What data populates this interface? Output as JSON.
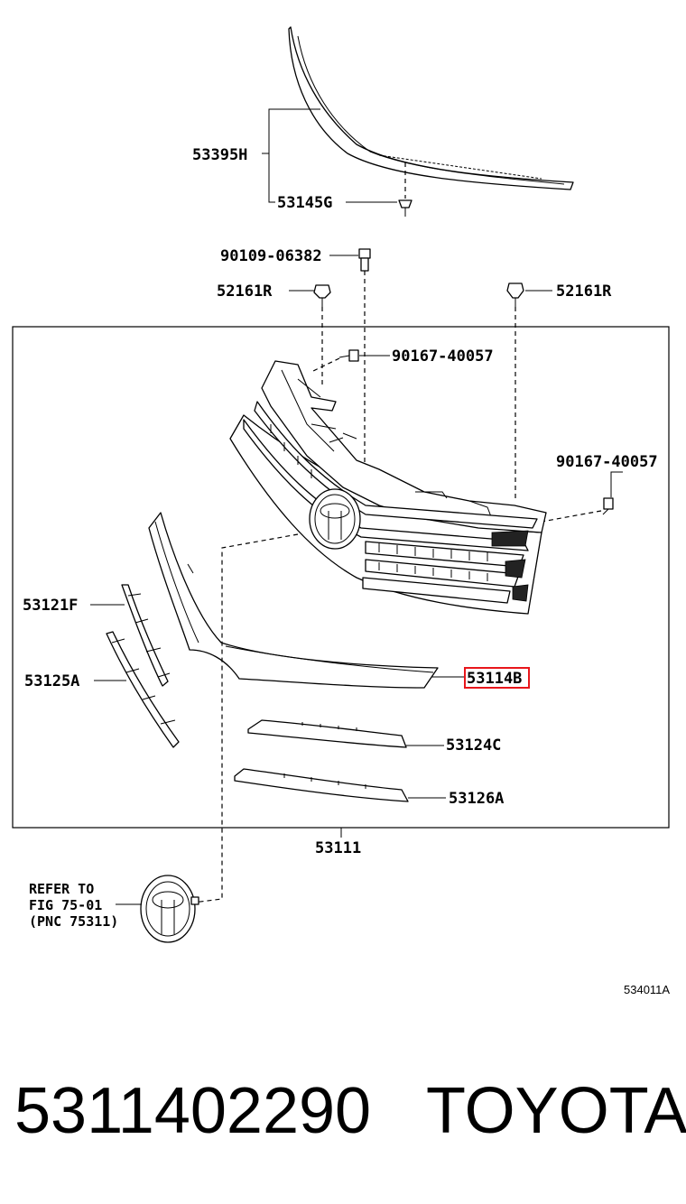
{
  "diagram_code": "534011A",
  "main_assembly": "53111",
  "labels": {
    "molding_upper": "53395H",
    "clip_upper": "53145G",
    "bolt": "90109-06382",
    "retainer_left": "52161R",
    "retainer_right": "52161R",
    "screw_upper": "90167-40057",
    "screw_right": "90167-40057",
    "mark_left": "53121F",
    "mark_left_lower": "53125A",
    "highlight": "53114B",
    "molding_mid": "53124C",
    "molding_lower": "53126A"
  },
  "refer_note": {
    "line1": "REFER TO",
    "line2": "FIG 75-01",
    "line3": "(PNC 75311)"
  },
  "footer": {
    "part_number": "5311402290",
    "brand": "TOYOTA"
  },
  "highlight_color": "#e8161b"
}
